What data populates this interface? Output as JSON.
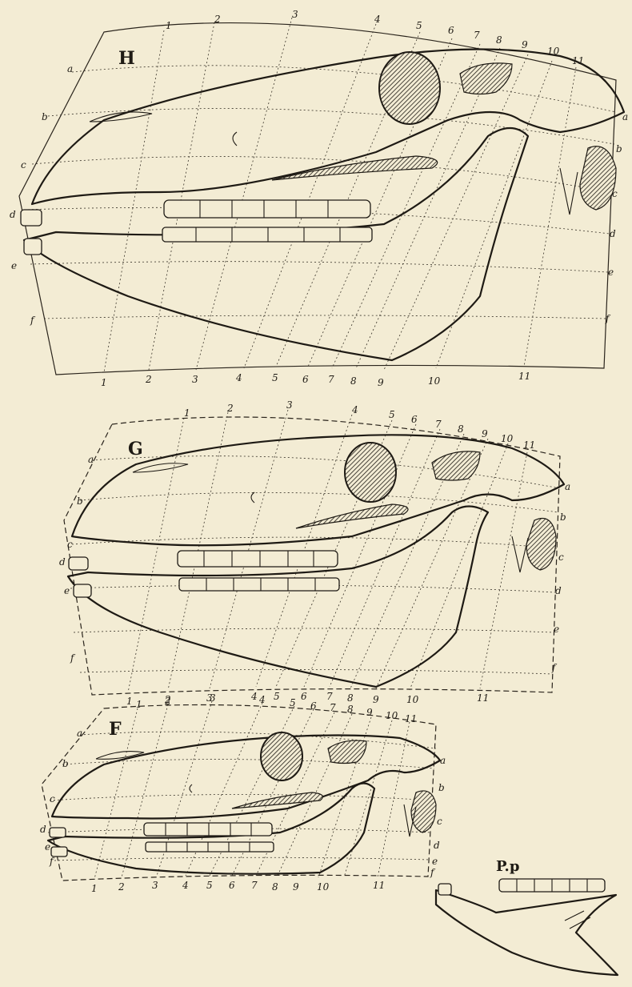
{
  "figures": [
    {
      "id": "H",
      "label": "H",
      "top_numbers": [
        "1",
        "2",
        "3",
        "4",
        "5",
        "6",
        "7",
        "8",
        "9",
        "10",
        "11"
      ],
      "bottom_numbers": [
        "1",
        "2",
        "3",
        "4",
        "5",
        "6",
        "7",
        "8",
        "9",
        "10",
        "11"
      ],
      "left_letters": [
        "a",
        "b",
        "c",
        "d",
        "e",
        "f"
      ],
      "right_letters": [
        "a",
        "b",
        "c",
        "d",
        "e",
        "f"
      ]
    },
    {
      "id": "G",
      "label": "G",
      "top_numbers": [
        "1",
        "2",
        "3",
        "4",
        "5",
        "6",
        "7",
        "8",
        "9",
        "10",
        "11"
      ],
      "bottom_numbers": [
        "1",
        "2",
        "3",
        "4",
        "5",
        "6",
        "7",
        "8",
        "9",
        "10",
        "11"
      ],
      "left_letters": [
        "a",
        "b",
        "c",
        "d",
        "e",
        "f"
      ],
      "right_letters": [
        "a",
        "b",
        "c",
        "d",
        "e",
        "f"
      ]
    },
    {
      "id": "F",
      "label": "F",
      "top_numbers": [
        "1",
        "2",
        "3",
        "4",
        "5",
        "6",
        "7",
        "8",
        "9",
        "10",
        "11"
      ],
      "bottom_numbers": [
        "1",
        "2",
        "3",
        "4",
        "5",
        "6",
        "7",
        "8",
        "9",
        "10",
        "11"
      ],
      "left_letters": [
        "a",
        "b",
        "c",
        "d",
        "e",
        "f"
      ],
      "right_letters": [
        "a",
        "b",
        "c",
        "d",
        "e",
        "f"
      ]
    }
  ],
  "fragment": {
    "label": "P.p"
  }
}
